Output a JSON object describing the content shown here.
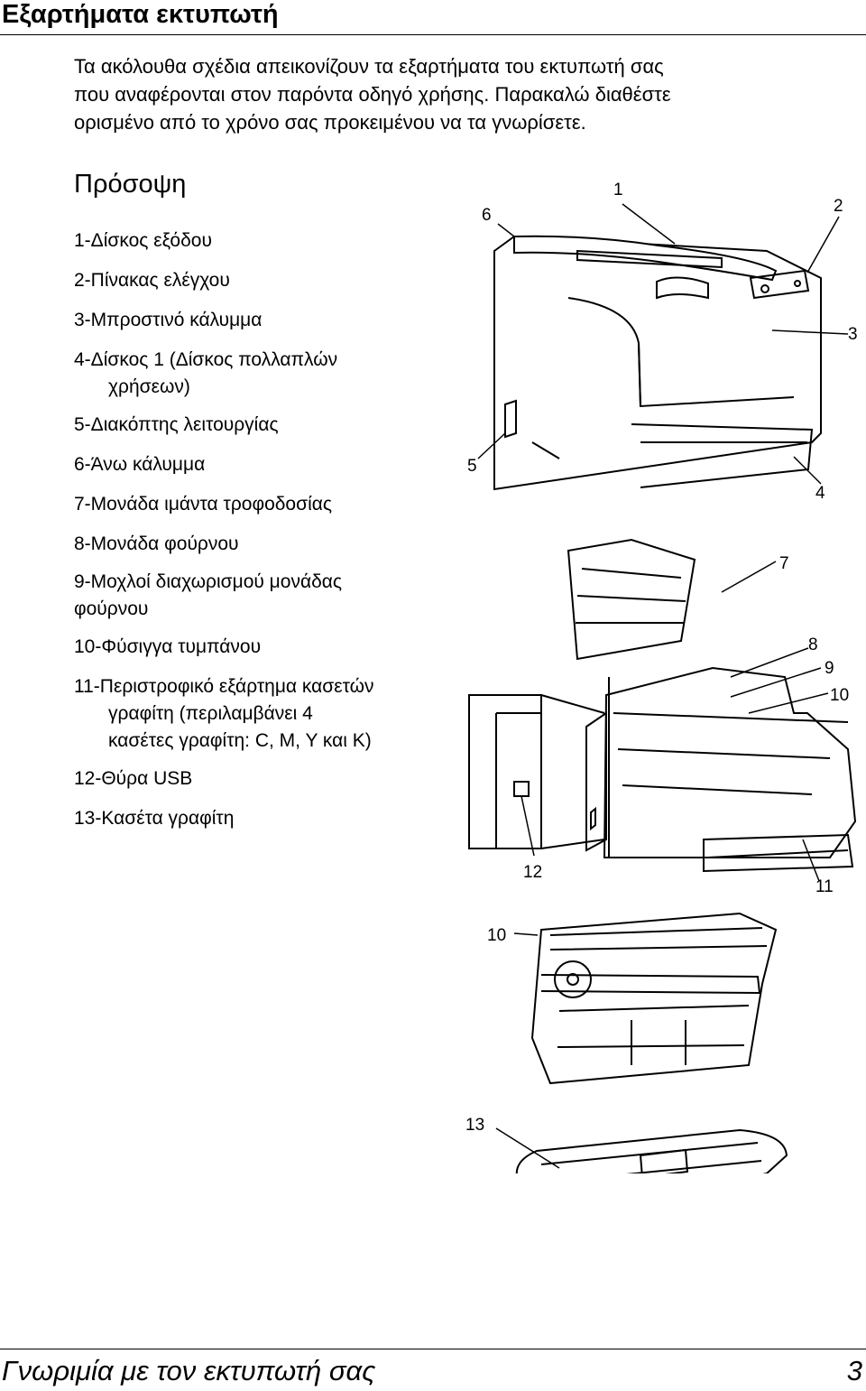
{
  "page": {
    "title": "Εξαρτήματα εκτυπωτή",
    "intro": "Τα ακόλουθα σχέδια απεικονίζουν τα εξαρτήματα του εκτυπωτή σας που αναφέρονται στον παρόντα οδηγό χρήσης. Παρακαλώ διαθέστε ορισμένο από το χρόνο σας προκειμένου να τα γνωρίσετε.",
    "section_heading": "Πρόσοψη"
  },
  "legend": [
    {
      "line1": "1-Δίσκος εξόδου",
      "line2": ""
    },
    {
      "line1": "2-Πίνακας ελέγχου",
      "line2": ""
    },
    {
      "line1": "3-Μπροστινό κάλυμμα",
      "line2": ""
    },
    {
      "line1": "4-Δίσκος 1 (Δίσκος πολλαπλών",
      "line2": "χρήσεων)"
    },
    {
      "line1": "5-Διακόπτης λειτουργίας",
      "line2": ""
    },
    {
      "line1": "6-Άνω κάλυμμα",
      "line2": ""
    },
    {
      "line1": "7-Μονάδα ιμάντα τροφοδοσίας",
      "line2": ""
    },
    {
      "line1": "8-Μονάδα φούρνου",
      "line2": ""
    },
    {
      "line1": "9-Μοχλοί διαχωρισμού μονάδας",
      "line2": "φούρνου"
    },
    {
      "line1": "10-Φύσιγγα τυμπάνου",
      "line2": ""
    },
    {
      "line1": "11-Περιστροφικό εξάρτημα κασετών",
      "line2": "γραφίτη (περιλαμβάνει 4",
      "line3": "κασέτες γραφίτη: C, M, Y και K)"
    },
    {
      "line1": "12-Θύρα USB",
      "line2": ""
    },
    {
      "line1": "13-Κασέτα γραφίτη",
      "line2": ""
    }
  ],
  "callouts": {
    "c1": "1",
    "c2": "2",
    "c3": "3",
    "c4": "4",
    "c5": "5",
    "c6": "6",
    "c7": "7",
    "c8": "8",
    "c9": "9",
    "c10": "10",
    "c11": "11",
    "c12": "12",
    "c10b": "10",
    "c13": "13"
  },
  "footer": {
    "title": "Γνωριμία με τον εκτυπωτή σας",
    "page_number": "3"
  }
}
